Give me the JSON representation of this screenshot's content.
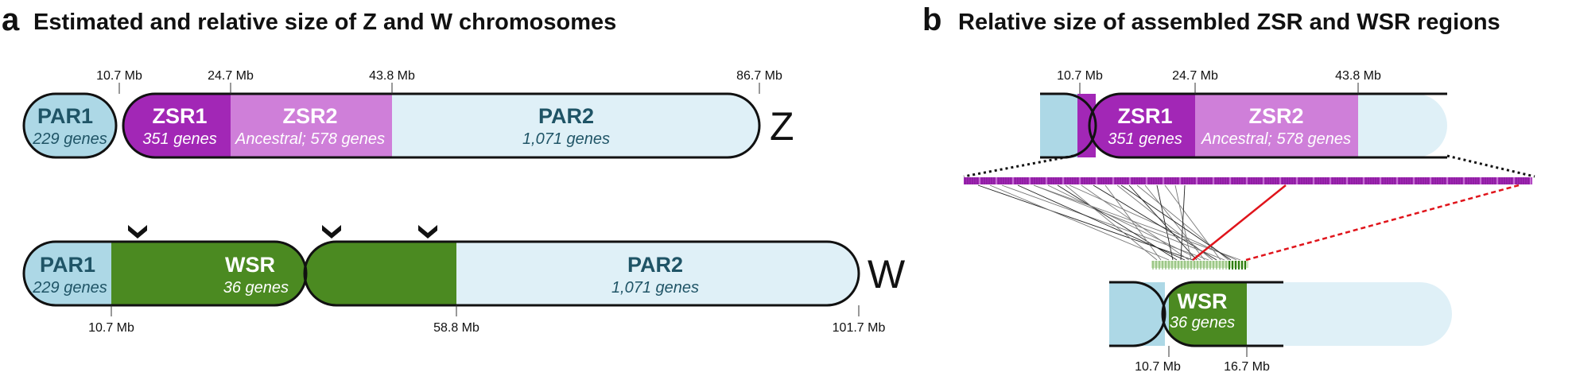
{
  "panel_a": {
    "letter": "a",
    "title": "Estimated and relative size of Z and W chromosomes",
    "z": {
      "letter": "Z",
      "ticks": [
        "10.7 Mb",
        "24.7 Mb",
        "43.8 Mb",
        "86.7 Mb"
      ],
      "par1": {
        "name": "PAR1",
        "genes": "229 genes"
      },
      "zsr1": {
        "name": "ZSR1",
        "genes": "351 genes"
      },
      "zsr2": {
        "name": "ZSR2",
        "genes": "Ancestral; 578 genes"
      },
      "par2": {
        "name": "PAR2",
        "genes": "1,071 genes"
      }
    },
    "w": {
      "letter": "W",
      "ticks": [
        "10.7 Mb",
        "58.8 Mb",
        "101.7 Mb"
      ],
      "par1": {
        "name": "PAR1",
        "genes": "229 genes"
      },
      "wsr": {
        "name": "WSR",
        "genes": "36 genes"
      },
      "par2": {
        "name": "PAR2",
        "genes": "1,071 genes"
      }
    }
  },
  "panel_b": {
    "letter": "b",
    "title": "Relative size of assembled ZSR and WSR regions",
    "z": {
      "ticks": [
        "10.7 Mb",
        "24.7 Mb",
        "43.8 Mb"
      ],
      "zsr1": {
        "name": "ZSR1",
        "genes": "351 genes"
      },
      "zsr2": {
        "name": "ZSR2",
        "genes": "Ancestral; 578 genes"
      }
    },
    "w": {
      "ticks": [
        "10.7 Mb",
        "16.7 Mb"
      ],
      "wsr": {
        "name": "WSR",
        "genes": "36 genes"
      }
    }
  },
  "colors": {
    "par": "#add8e6",
    "par2": "#dff0f7",
    "zsr1": "#a227b6",
    "zsr2": "#cf7fd9",
    "wsr": "#4b8a21",
    "text_dark": "#1f5466",
    "link_red": "#e0141b"
  }
}
